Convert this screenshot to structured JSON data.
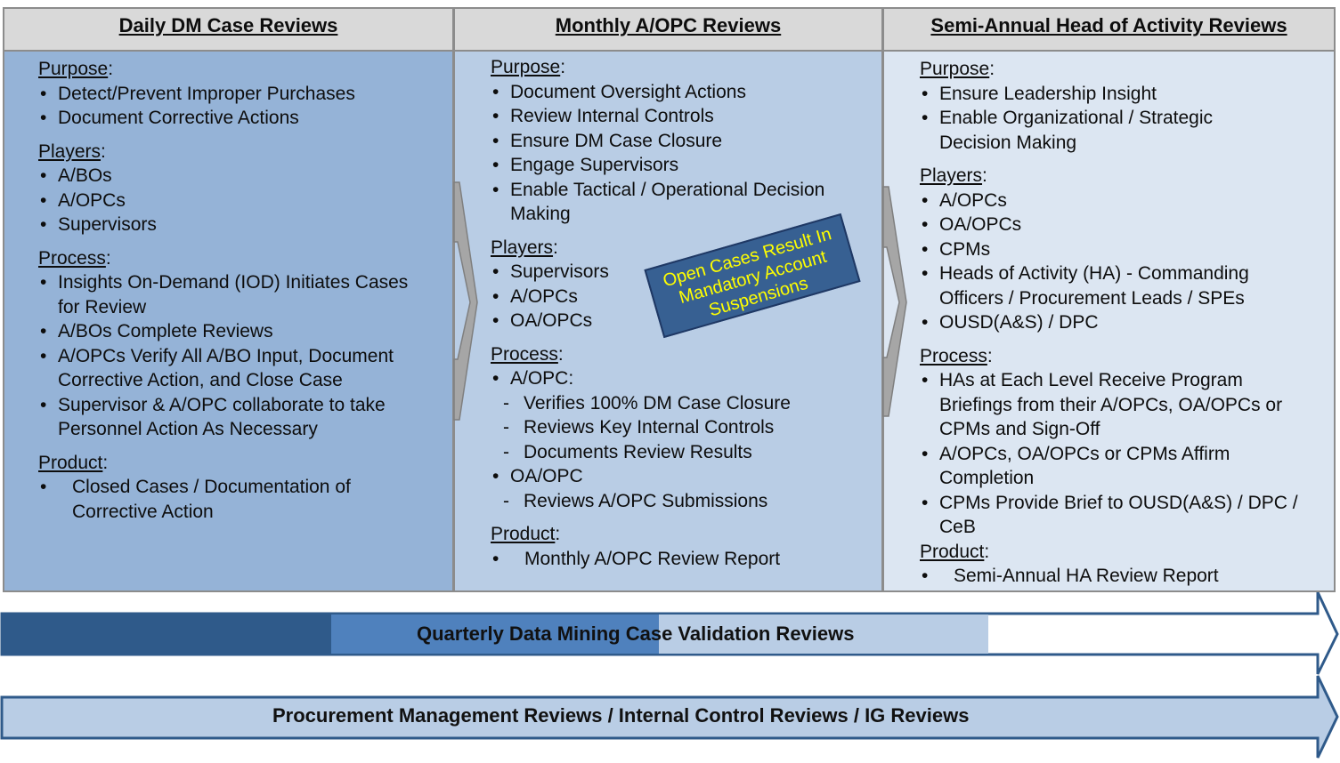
{
  "columns": [
    {
      "title": "Daily DM Case Reviews",
      "purpose_label": "Purpose",
      "purpose": [
        "Detect/Prevent Improper Purchases",
        "Document Corrective Actions"
      ],
      "players_label": "Players",
      "players": [
        "A/BOs",
        "A/OPCs",
        "Supervisors"
      ],
      "process_label": "Process",
      "process": [
        "Insights On-Demand (IOD) Initiates Cases for Review",
        "A/BOs Complete Reviews",
        "A/OPCs Verify All A/BO Input, Document Corrective Action, and Close Case",
        "Supervisor & A/OPC collaborate to take Personnel Action As Necessary"
      ],
      "product_label": "Product",
      "product": [
        "Closed Cases / Documentation of Corrective Action"
      ]
    },
    {
      "title": "Monthly A/OPC  Reviews",
      "purpose_label": "Purpose",
      "purpose": [
        "Document Oversight Actions",
        "Review Internal Controls",
        "Ensure DM Case Closure",
        "Engage Supervisors",
        "Enable Tactical / Operational Decision Making"
      ],
      "players_label": "Players",
      "players": [
        "Supervisors",
        "A/OPCs",
        "OA/OPCs"
      ],
      "process_label": "Process",
      "process_aopc": "A/OPC:",
      "process_aopc_items": [
        "Verifies 100% DM Case Closure",
        "Reviews Key Internal Controls",
        "Documents Review Results"
      ],
      "process_oaopc": "OA/OPC",
      "process_oaopc_items": [
        "Reviews A/OPC Submissions"
      ],
      "product_label": "Product",
      "product": [
        "Monthly A/OPC Review Report"
      ]
    },
    {
      "title": "Semi-Annual Head of Activity Reviews",
      "purpose_label": "Purpose",
      "purpose": [
        "Ensure Leadership Insight",
        "Enable Organizational / Strategic Decision Making"
      ],
      "players_label": "Players",
      "players": [
        "A/OPCs",
        "OA/OPCs",
        "CPMs",
        "Heads of Activity  (HA) - Commanding Officers  / Procurement Leads / SPEs",
        "OUSD(A&S) / DPC"
      ],
      "process_label": "Process",
      "process": [
        "HAs at Each Level Receive Program Briefings from their A/OPCs, OA/OPCs or CPMs and Sign-Off",
        "A/OPCs, OA/OPCs or CPMs Affirm Completion",
        "CPMs Provide Brief to OUSD(A&S) / DPC / CeB"
      ],
      "product_label": "Product",
      "product": [
        "Semi-Annual HA Review Report"
      ]
    }
  ],
  "callout": "Open Cases Result In Mandatory Account Suspensions",
  "bands": {
    "quarterly": "Quarterly  Data  Mining  Case  Validation  Reviews",
    "procurement": "Procurement  Management  Reviews  /  Internal  Control  Reviews  /  IG  Reviews"
  },
  "colors": {
    "col1": "#95b3d7",
    "col2": "#b9cde5",
    "col3": "#dce6f2",
    "header": "#d9d9d9",
    "band_dark": "#2f5a8a",
    "band_mid": "#4f81bd",
    "band_light": "#b9cde5",
    "callout_bg": "#376092",
    "callout_text": "#ffff00"
  }
}
